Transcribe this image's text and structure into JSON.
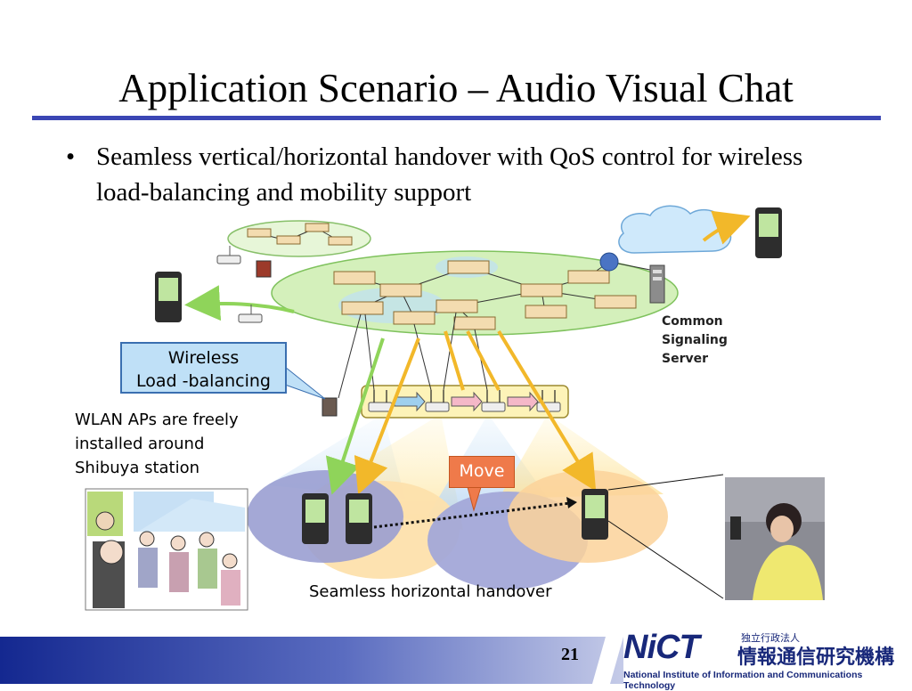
{
  "slide": {
    "title": "Application Scenario – Audio Visual Chat",
    "bullet": "•",
    "bullet_text": "Seamless vertical/horizontal handover with QoS control for wireless load-balancing and mobility support",
    "page_number": "21"
  },
  "diagram": {
    "wireless_box": [
      "Wireless",
      "Load -balancing"
    ],
    "signaling_server": [
      "Common",
      "Signaling",
      "Server"
    ],
    "wlan_note": [
      "WLAN APs are freely",
      "installed around",
      "Shibuya station"
    ],
    "move_label": "Move",
    "handover_label": "Seamless horizontal handover"
  },
  "footer": {
    "logo_word": "NiCT",
    "logo_small": "独立行政法人",
    "logo_jp": "情報通信研究機構",
    "logo_en": "National Institute of Information and Communications Technology"
  },
  "colors": {
    "title_rule": "#3b46b4",
    "footer_dark": "#1a2a8e",
    "move": "#ef7a4a",
    "backbone": "#cfeeb5"
  }
}
